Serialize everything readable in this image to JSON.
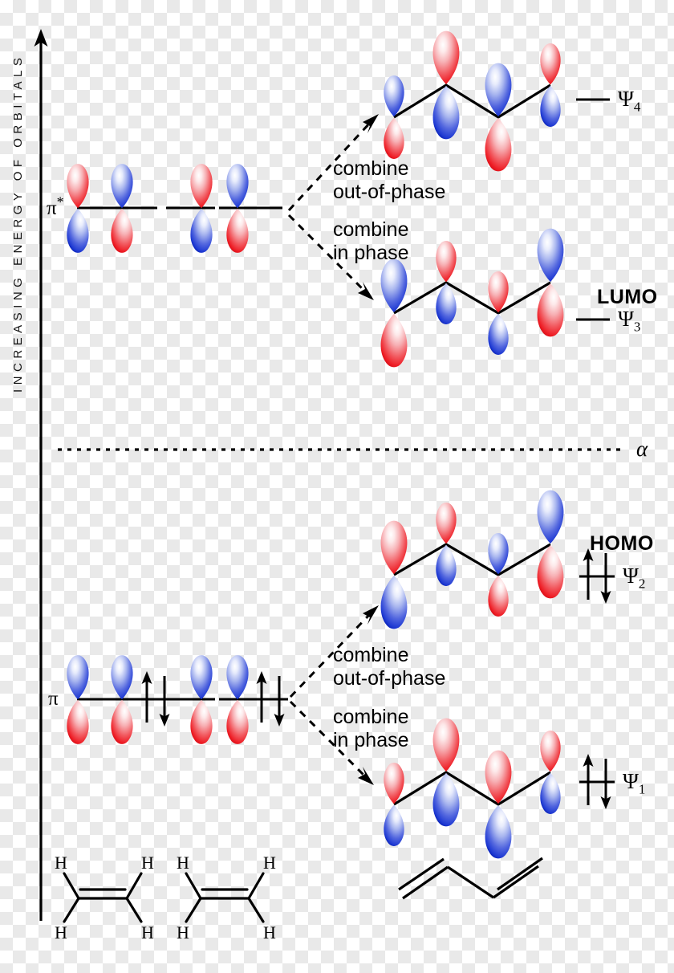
{
  "title": "Molecular orbital diagram: two ethylene pi orbitals combining to give butadiene pi system",
  "axis": {
    "label": "INCREASING ENERGY OF ORBITALS",
    "arrow_direction": "up"
  },
  "colors": {
    "positive_lobe": "#1437d2",
    "negative_lobe": "#ee1c24",
    "line": "#000000",
    "background_checker": "#e9e9e9",
    "text": "#000000"
  },
  "left_column": {
    "fragments_label_top": "π*",
    "fragments_label_bottom": "π",
    "pi_star": {
      "label": "π*",
      "description": "Two ethylene pi* antibonding orbitals",
      "orbital_count": 4,
      "electrons": 0,
      "lobes": [
        {
          "top": "negative_lobe",
          "bottom": "positive_lobe"
        },
        {
          "top": "positive_lobe",
          "bottom": "negative_lobe"
        },
        {
          "top": "negative_lobe",
          "bottom": "positive_lobe"
        },
        {
          "top": "positive_lobe",
          "bottom": "negative_lobe"
        }
      ]
    },
    "pi": {
      "label": "π",
      "description": "Two ethylene pi bonding orbitals, each filled with two electrons",
      "orbital_count": 4,
      "electrons": 4,
      "electron_pairs": 2,
      "lobes": [
        {
          "top": "positive_lobe",
          "bottom": "negative_lobe"
        },
        {
          "top": "positive_lobe",
          "bottom": "negative_lobe"
        },
        {
          "top": "positive_lobe",
          "bottom": "negative_lobe"
        },
        {
          "top": "positive_lobe",
          "bottom": "negative_lobe"
        }
      ]
    }
  },
  "annotations": {
    "upper_out_of_phase_line1": "combine",
    "upper_out_of_phase_line2": "out-of-phase",
    "upper_in_phase_line1": "combine",
    "upper_in_phase_line2": "in phase",
    "lower_out_of_phase_line1": "combine",
    "lower_out_of_phase_line2": "out-of-phase",
    "lower_in_phase_line1": "combine",
    "lower_in_phase_line2": "in phase"
  },
  "nonbonding_reference": {
    "label": "α",
    "style": "dotted"
  },
  "right_column": {
    "levels": [
      {
        "name": "psi4",
        "psi_label": "Ψ",
        "psi_sub": "4",
        "badge": "",
        "electrons": 0,
        "nodes": 3,
        "has_level_line": true,
        "lobe_phases": [
          "positive_lobe",
          "negative_lobe",
          "positive_lobe",
          "negative_lobe"
        ],
        "lobe_sizes": [
          "small",
          "large",
          "large",
          "small"
        ]
      },
      {
        "name": "psi3",
        "psi_label": "Ψ",
        "psi_sub": "3",
        "badge": "LUMO",
        "electrons": 0,
        "nodes": 2,
        "has_level_line": true,
        "lobe_phases": [
          "positive_lobe",
          "negative_lobe",
          "negative_lobe",
          "positive_lobe"
        ],
        "lobe_sizes": [
          "large",
          "small",
          "small",
          "large"
        ]
      },
      {
        "name": "psi2",
        "psi_label": "Ψ",
        "psi_sub": "2",
        "badge": "HOMO",
        "electrons": 2,
        "nodes": 1,
        "has_level_line": false,
        "lobe_phases": [
          "negative_lobe",
          "negative_lobe",
          "positive_lobe",
          "positive_lobe"
        ],
        "lobe_sizes": [
          "large",
          "small",
          "small",
          "large"
        ]
      },
      {
        "name": "psi1",
        "psi_label": "Ψ",
        "psi_sub": "1",
        "badge": "",
        "electrons": 2,
        "nodes": 0,
        "has_level_line": false,
        "lobe_phases": [
          "negative_lobe",
          "negative_lobe",
          "negative_lobe",
          "negative_lobe"
        ],
        "lobe_sizes": [
          "small",
          "large",
          "large",
          "small"
        ]
      }
    ]
  },
  "structures": {
    "ethylene_left": {
      "name": "ethylene",
      "hydrogens": [
        "H",
        "H",
        "H",
        "H"
      ]
    },
    "ethylene_right": {
      "name": "ethylene",
      "hydrogens": [
        "H",
        "H",
        "H",
        "H"
      ]
    },
    "butadiene": {
      "name": "1,3-butadiene",
      "hydrogens": []
    }
  }
}
